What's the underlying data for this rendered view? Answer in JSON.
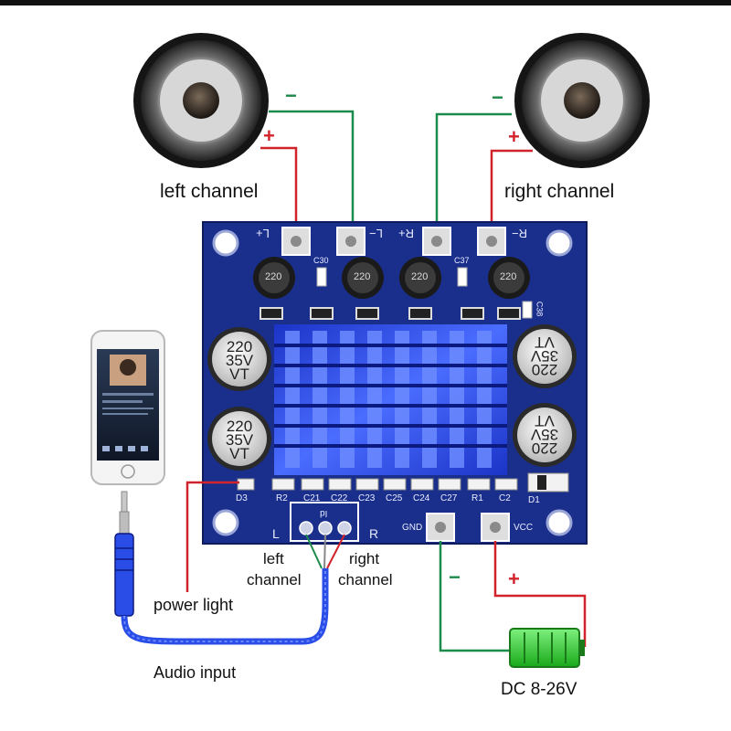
{
  "labels": {
    "left_channel": "left channel",
    "right_channel": "right channel",
    "input_left_line1": "left",
    "input_left_line2": "channel",
    "input_right_line1": "right",
    "input_right_line2": "channel",
    "power_light": "power light",
    "audio_input": "Audio input",
    "dc": "DC 8-26V"
  },
  "signs": {
    "plus": "+",
    "minus": "−"
  },
  "board": {
    "terminals": [
      "L+",
      "L−",
      "R+",
      "R−"
    ],
    "gnd": "GND",
    "vcc": "VCC",
    "lr_left": "L",
    "lr_right": "R",
    "connector": "Id",
    "small_caps": [
      "C30",
      "C37",
      "C38"
    ],
    "components": [
      "R2",
      "C21",
      "C22",
      "C23",
      "C25",
      "C24",
      "C27",
      "R1",
      "C2"
    ],
    "d1": "D1",
    "d3": "D3",
    "big_cap": {
      "line1": "220",
      "line2": "35V",
      "line3": "VT"
    },
    "inductor": "220"
  },
  "colors": {
    "board": "#1a2f8c",
    "heatsink": "#2a4de8",
    "wire_red": "#d2232a",
    "wire_green": "#1c8a4a",
    "battery": "#3fd23f"
  }
}
